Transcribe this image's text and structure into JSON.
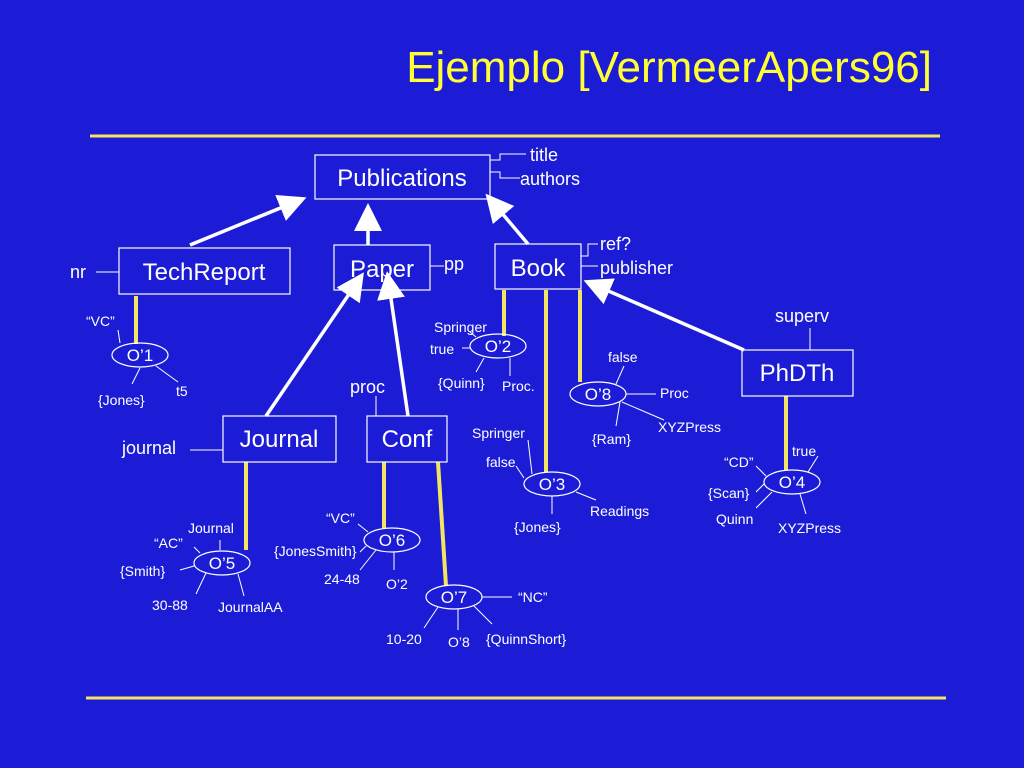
{
  "slide": {
    "title": "Ejemplo [VermeerApers96]",
    "accent_color": "#f4e463",
    "background_color": "#1c1cd6"
  },
  "classes": {
    "publications": {
      "label": "Publications",
      "attrs": [
        "title",
        "authors"
      ]
    },
    "techreport": {
      "label": "TechReport",
      "attr": "nr"
    },
    "paper": {
      "label": "Paper",
      "attr": "pp"
    },
    "book": {
      "label": "Book",
      "attrs": [
        "ref?",
        "publisher"
      ]
    },
    "journal": {
      "label": "Journal",
      "attr": "journal"
    },
    "conf": {
      "label": "Conf",
      "attr": "proc"
    },
    "phdth": {
      "label": "PhDTh",
      "attr": "superv"
    }
  },
  "objects": {
    "o1": {
      "label": "O’1",
      "values": [
        "“VC”",
        "{Jones}",
        "t5"
      ]
    },
    "o2": {
      "label": "O’2",
      "values": [
        "Springer",
        "true",
        "{Quinn}",
        "Proc."
      ]
    },
    "o8": {
      "label": "O’8",
      "values": [
        "false",
        "Proc",
        "{Ram}",
        "XYZPress"
      ]
    },
    "o3": {
      "label": "O’3",
      "values": [
        "Springer",
        "false",
        "{Jones}",
        "Readings"
      ]
    },
    "o4": {
      "label": "O’4",
      "values": [
        "true",
        "“CD”",
        "{Scan}",
        "Quinn",
        "XYZPress"
      ]
    },
    "o5": {
      "label": "O’5",
      "values": [
        "Journal",
        "“AC”",
        "{Smith}",
        "30-88",
        "JournalAA"
      ]
    },
    "o6": {
      "label": "O’6",
      "values": [
        "“VC”",
        "{JonesSmith}",
        "24-48",
        "O’2"
      ]
    },
    "o7": {
      "label": "O’7",
      "values": [
        "“NC”",
        "10-20",
        "O’8",
        "{QuinnShort}"
      ]
    }
  }
}
